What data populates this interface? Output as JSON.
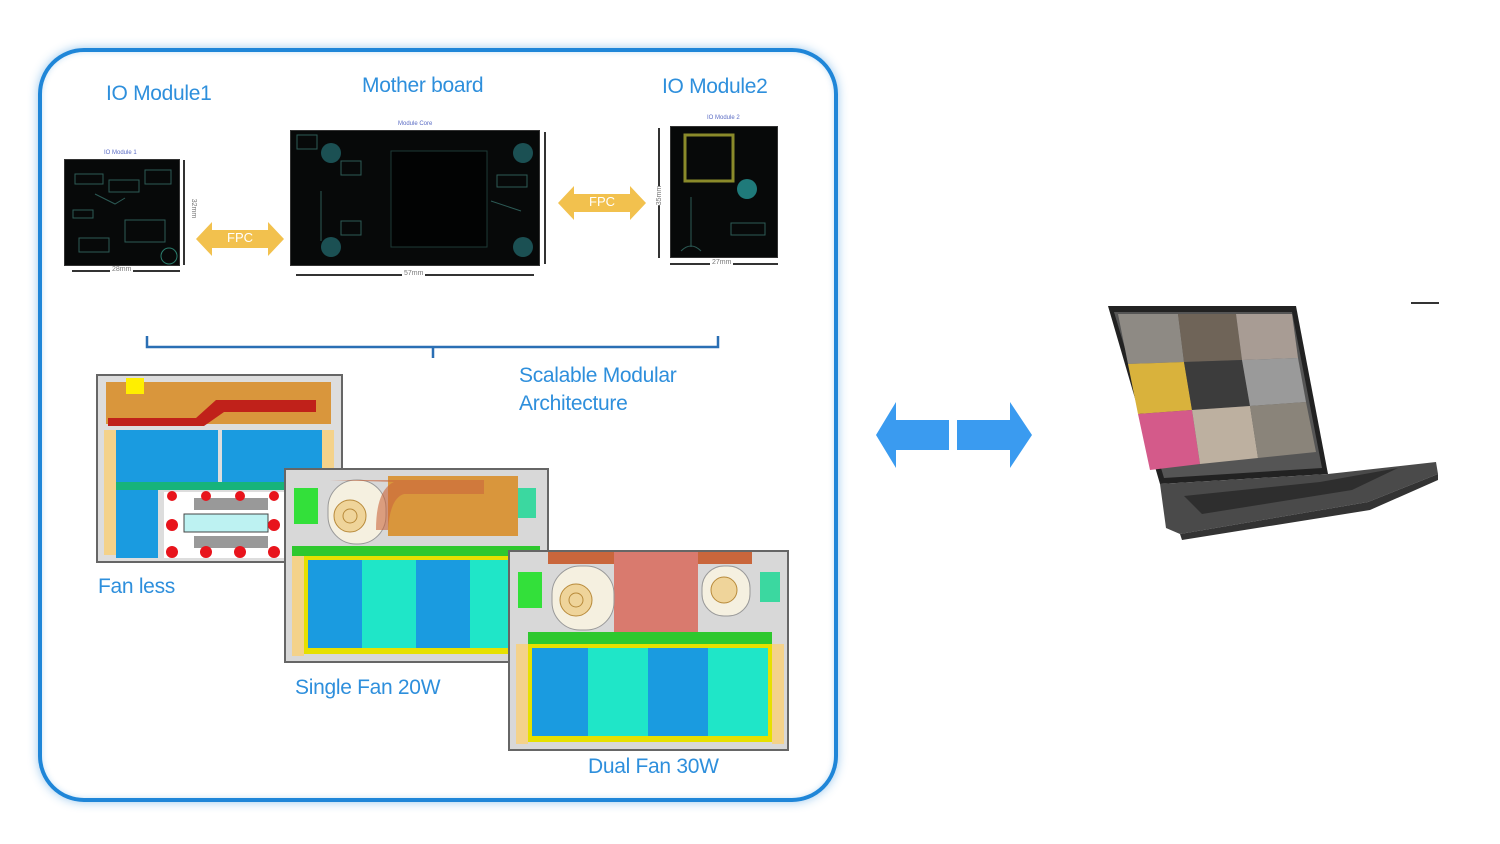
{
  "diagram": {
    "title_labels": {
      "io_module1": "IO Module1",
      "motherboard": "Mother board",
      "io_module2": "IO Module2"
    },
    "board_captions": {
      "io_module1": "IO Module 1",
      "motherboard": "Module Core",
      "io_module2": "IO Module 2"
    },
    "dimensions": {
      "io_module1_width": "28mm",
      "io_module1_height": "32mm",
      "motherboard_width": "57mm",
      "io_module2_width": "27mm",
      "io_module2_height": "35mm"
    },
    "connectors": [
      {
        "label": "FPC",
        "from": "IO Module1",
        "to": "Mother board"
      },
      {
        "label": "FPC",
        "from": "Mother board",
        "to": "IO Module2"
      }
    ],
    "architecture_label_line1": "Scalable Modular",
    "architecture_label_line2": "Architecture",
    "configurations": [
      {
        "label": "Fan less"
      },
      {
        "label": "Single Fan 20W"
      },
      {
        "label": "Dual Fan 30W"
      }
    ],
    "colors": {
      "accent_blue": "#2e8fdc",
      "frame_blue": "#1f86d8",
      "arrow_blue": "#3a9bf0",
      "fpc_yellow": "#f2c14e",
      "battery_blue": "#1a9be0",
      "battery_cyan": "#1fe6c8",
      "heatpipe_red": "#c0211a",
      "copper": "#d9963c"
    },
    "right_side": {
      "double_arrow_icon": "bidirectional-arrow",
      "product_image": "laptop-video-conference"
    }
  }
}
